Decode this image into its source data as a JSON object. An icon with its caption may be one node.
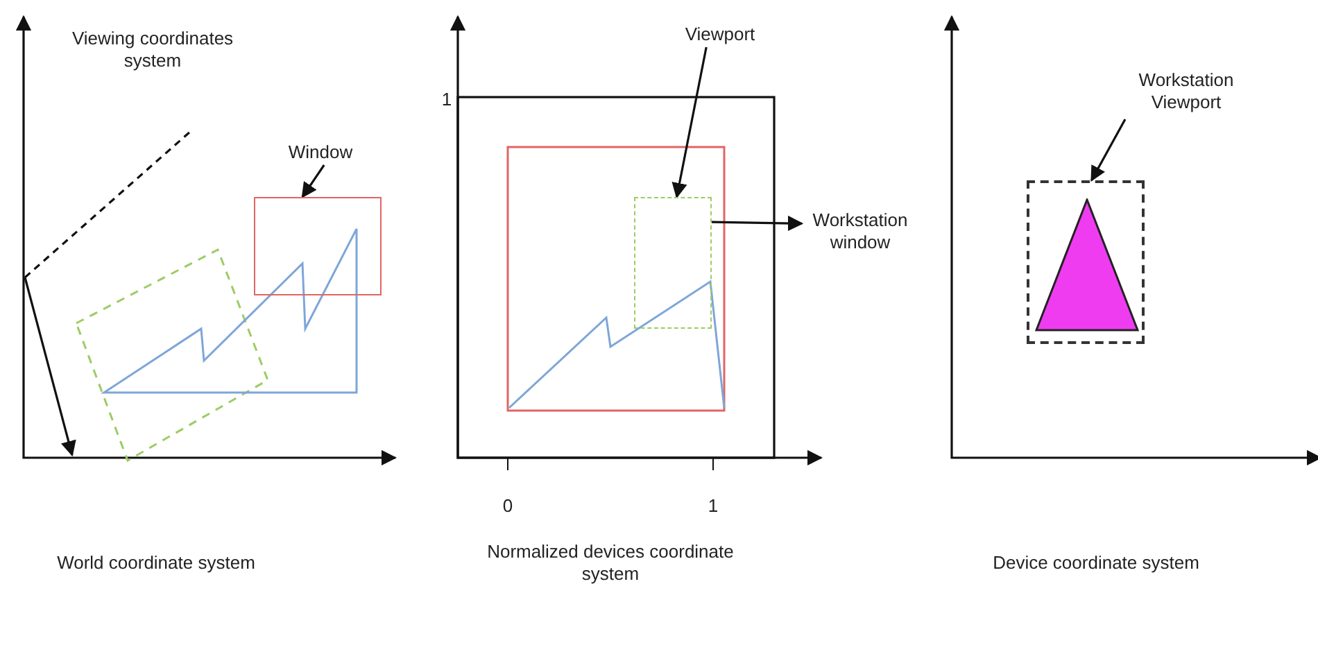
{
  "diagram": {
    "nodes": [
      {
        "text": [
          "Window"
        ]
      },
      {
        "text": [],
        "shape": "box"
      },
      {
        "text": [
          "Viewport"
        ]
      },
      {
        "text": [],
        "shape": "box"
      },
      {
        "text": [
          "Workstation window"
        ]
      },
      {
        "text": [
          "Workstation Viewport"
        ]
      },
      {
        "text": [],
        "shape": "box"
      },
      {
        "text": [],
        "shape": "triangle",
        "in": 6
      }
    ],
    "edges": [
      {
        "from": 0,
        "to": 1,
        "arrow": "to"
      },
      {
        "from": 2,
        "to": 3,
        "arrow": "to"
      },
      {
        "from": 3,
        "to": 4,
        "arrow": "to"
      },
      {
        "from": 5,
        "to": 6,
        "arrow": "to"
      }
    ],
    "labels": [
      "Viewing coordinates system",
      "1",
      "0",
      "1",
      "World coordinate system",
      "Normalized devices coordinate system",
      "Device coordinate system"
    ]
  }
}
